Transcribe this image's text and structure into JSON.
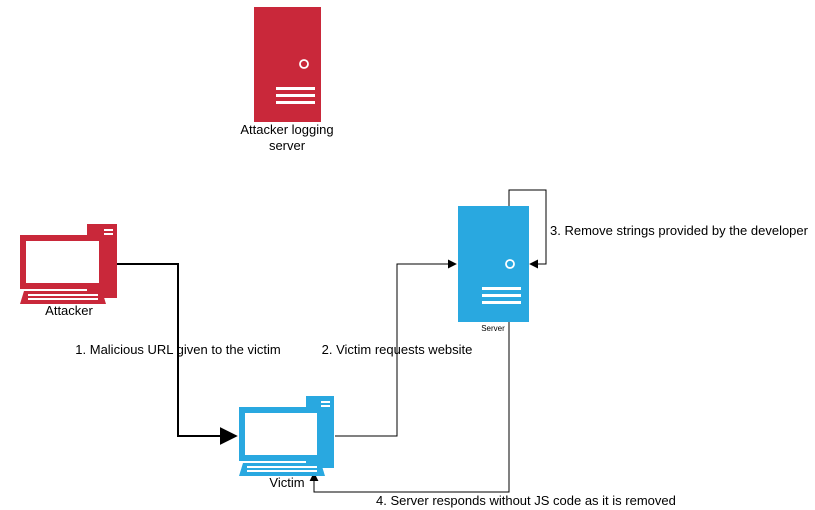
{
  "colors": {
    "attacker": "#c9283a",
    "victim": "#29a8e0",
    "line": "#000000",
    "screen": "#ffffff"
  },
  "nodes": {
    "logging_server": {
      "label_line1": "Attacker logging",
      "label_line2": "server",
      "icon": "server-icon"
    },
    "attacker": {
      "label": "Attacker",
      "icon": "desktop-computer-icon"
    },
    "server": {
      "label": "Server",
      "icon": "server-icon"
    },
    "victim": {
      "label": "Victim",
      "icon": "desktop-computer-icon"
    }
  },
  "edges": {
    "step1": "1. Malicious URL given to the victim",
    "step2": "2. Victim requests website",
    "step3": "3. Remove strings provided by the developer",
    "step4": "4. Server responds without JS code as it is removed"
  }
}
